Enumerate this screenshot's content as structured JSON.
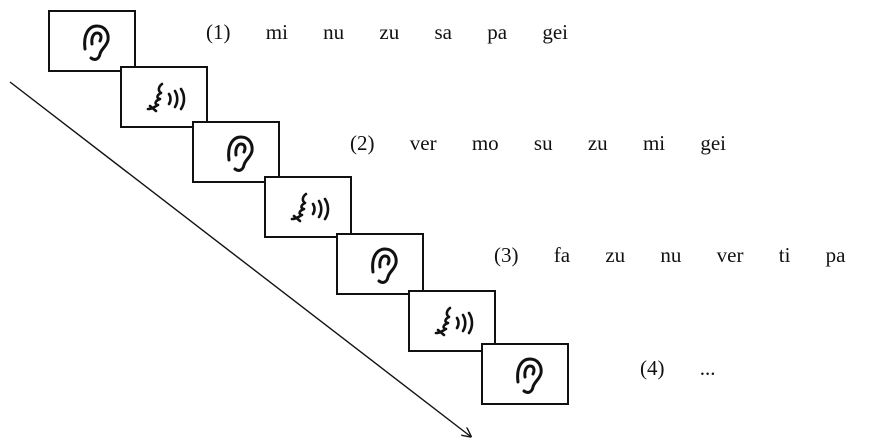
{
  "diagram": {
    "steps": [
      {
        "icon": "ear-icon"
      },
      {
        "icon": "speaking-mouth-icon"
      },
      {
        "icon": "ear-icon"
      },
      {
        "icon": "speaking-mouth-icon"
      },
      {
        "icon": "ear-icon"
      },
      {
        "icon": "speaking-mouth-icon"
      },
      {
        "icon": "ear-icon"
      }
    ],
    "sequences": [
      {
        "number": "(1)",
        "syllables": [
          "mi",
          "nu",
          "zu",
          "sa",
          "pa",
          "gei"
        ]
      },
      {
        "number": "(2)",
        "syllables": [
          "ver",
          "mo",
          "su",
          "zu",
          "mi",
          "gei"
        ]
      },
      {
        "number": "(3)",
        "syllables": [
          "fa",
          "zu",
          "nu",
          "ver",
          "ti",
          "pa"
        ]
      },
      {
        "number": "(4)",
        "syllables": [
          "..."
        ]
      }
    ],
    "arrow": {
      "direction": "down-right",
      "color": "#111111"
    }
  }
}
